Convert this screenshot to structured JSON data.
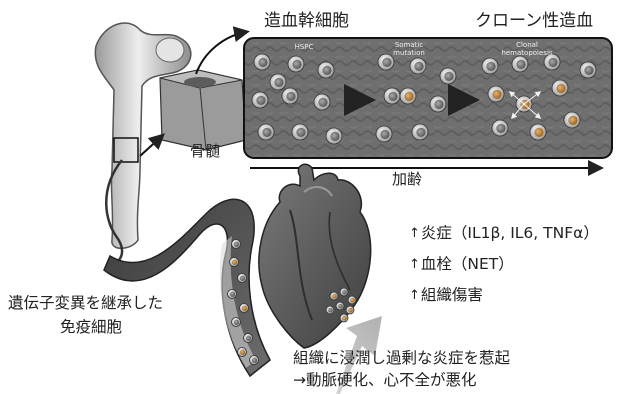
{
  "top_labels": {
    "hspc_jp": "造血幹細胞",
    "ch_jp": "クローン性造血"
  },
  "panel": {
    "stage1": "HSPC",
    "stage2": "Somatic mutation",
    "stage3": "Clonal hematopoiesis"
  },
  "bone_marrow_label": "骨髄",
  "aging_label": "加齢",
  "effects": [
    {
      "arrow": "↑",
      "text": "炎症（IL1β, IL6, TNFα）"
    },
    {
      "arrow": "↑",
      "text": "血栓（NET）"
    },
    {
      "arrow": "↑",
      "text": "組織傷害"
    }
  ],
  "immune_cells_label": [
    "遺伝子変異を継承した",
    "免疫細胞"
  ],
  "bottom_text": [
    "組織に浸潤し過剰な炎症を惹起",
    "→動脈硬化、心不全が悪化"
  ],
  "colors": {
    "panel_bg": "#6f6f6f",
    "cell_ring": "#d9d9d9",
    "cell_nucleus": "#8a8a8a",
    "mutant_nucleus": "#c58a3a",
    "heart": "#5e5e5e",
    "vessel": "#4a4a4a",
    "bone": "#cfcfcf"
  }
}
